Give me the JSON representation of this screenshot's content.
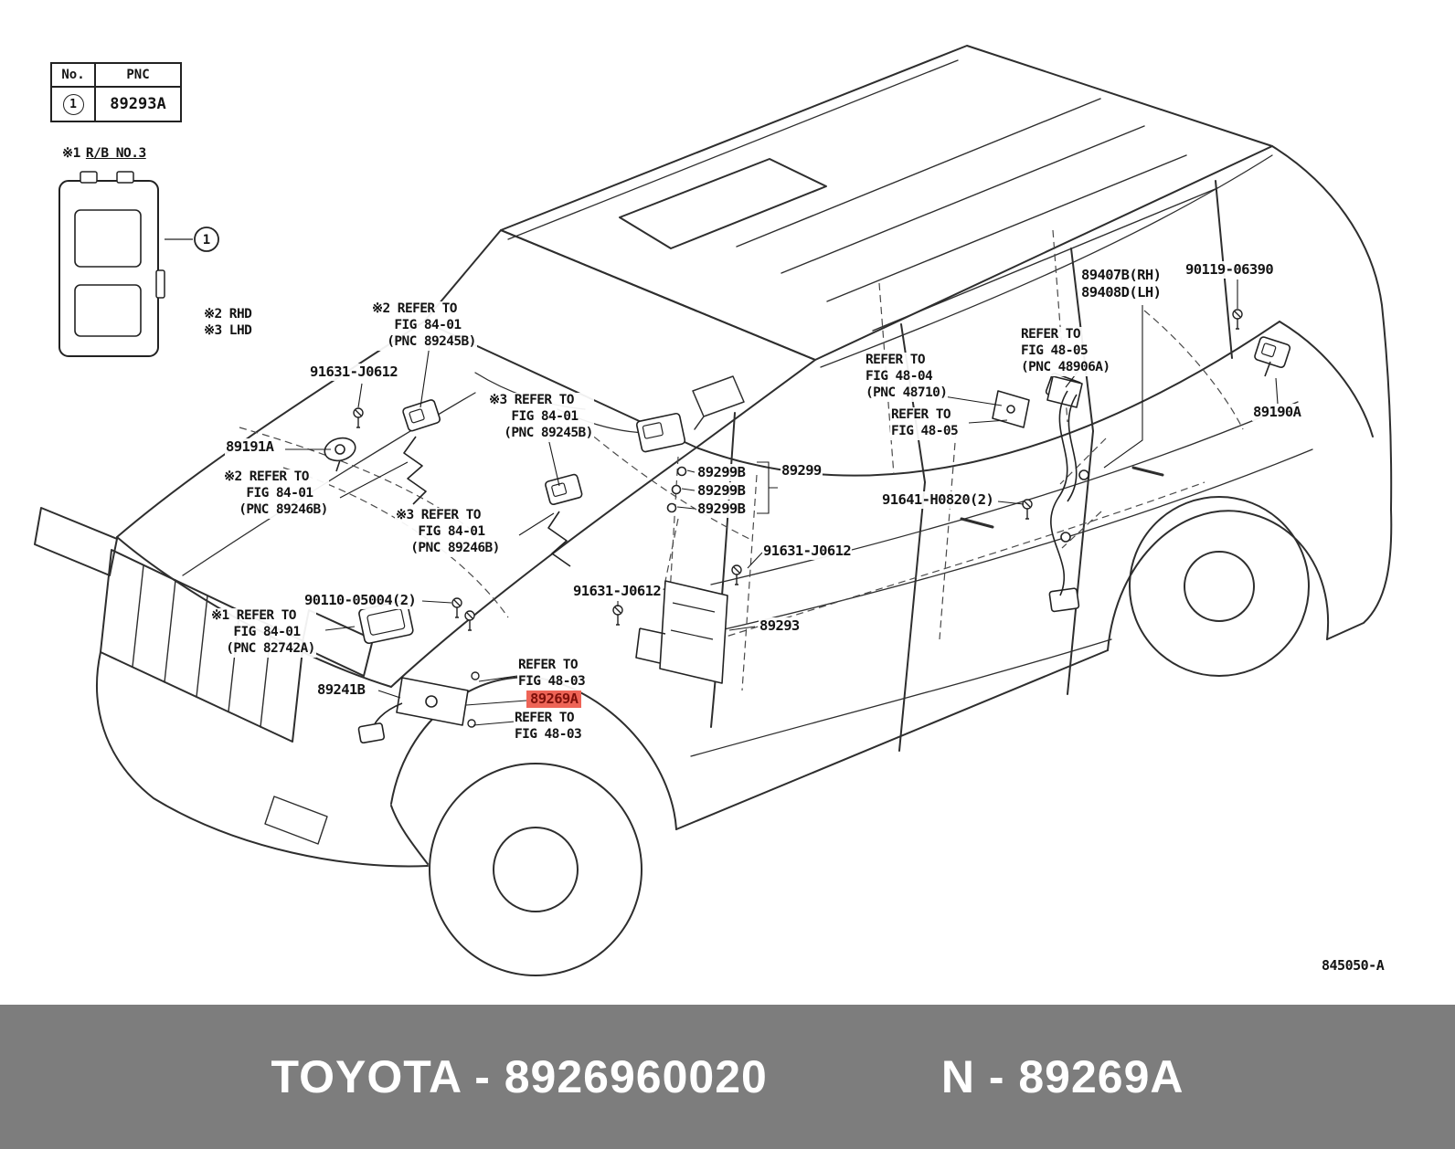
{
  "table": {
    "headers": [
      "No.",
      "PNC"
    ],
    "rows": [
      {
        "no": "1",
        "pnc": "89293A"
      }
    ]
  },
  "relay_box": {
    "prefix": "※1",
    "label": "R/B NO.3",
    "callout": "1"
  },
  "labels": {
    "rhd_lhd": "※2 RHD\n※3 LHD",
    "refer_8401_89245b_rhd": "※2 REFER TO\n   FIG 84-01\n  (PNC 89245B)",
    "bolt_91631_a": "91631-J0612",
    "refer_8401_89245b_lhd": "※3 REFER TO\n   FIG 84-01\n  (PNC 89245B)",
    "sensor_89191a": "89191A",
    "refer_8401_89246b_rhd": "※2 REFER TO\n   FIG 84-01\n  (PNC 89246B)",
    "refer_8401_89246b_lhd": "※3 REFER TO\n   FIG 84-01\n  (PNC 89246B)",
    "refer_4804": "REFER TO\nFIG 48-04\n(PNC 48710)",
    "refer_4805_a": "REFER TO\nFIG 48-05",
    "refer_4805_b": "REFER TO\nFIG 48-05\n(PNC 48906A)",
    "sensor_89407b": "89407B(RH)\n89408D(LH)",
    "bolt_90119": "90119-06390",
    "sensor_89190a": "89190A",
    "clip_89299b_1": "89299B",
    "clip_89299b_2": "89299B",
    "clip_89299b_3": "89299B",
    "sensor_89299": "89299",
    "bolt_91641": "91641-H0820(2)",
    "bolt_91631_b": "91631-J0612",
    "bolt_91631_c": "91631-J0612",
    "screw_90110": "90110-05004(2)",
    "refer_8401_82742a": "※1 REFER TO\n   FIG 84-01\n  (PNC 82742A)",
    "ecu_89293": "89293",
    "sensor_89241b": "89241B",
    "refer_4803_a": "REFER TO\nFIG 48-03",
    "highlight_89269a": "89269A",
    "refer_4803_b": "REFER TO\nFIG 48-03",
    "diagram_code": "845050-A"
  },
  "highlight": {
    "bg": "#ee6457",
    "fg": "#7e100a"
  },
  "footer": {
    "left": "TOYOTA - 8926960020",
    "right": "N - 89269A",
    "bg": "#7d7d7d",
    "fg": "#ffffff"
  }
}
